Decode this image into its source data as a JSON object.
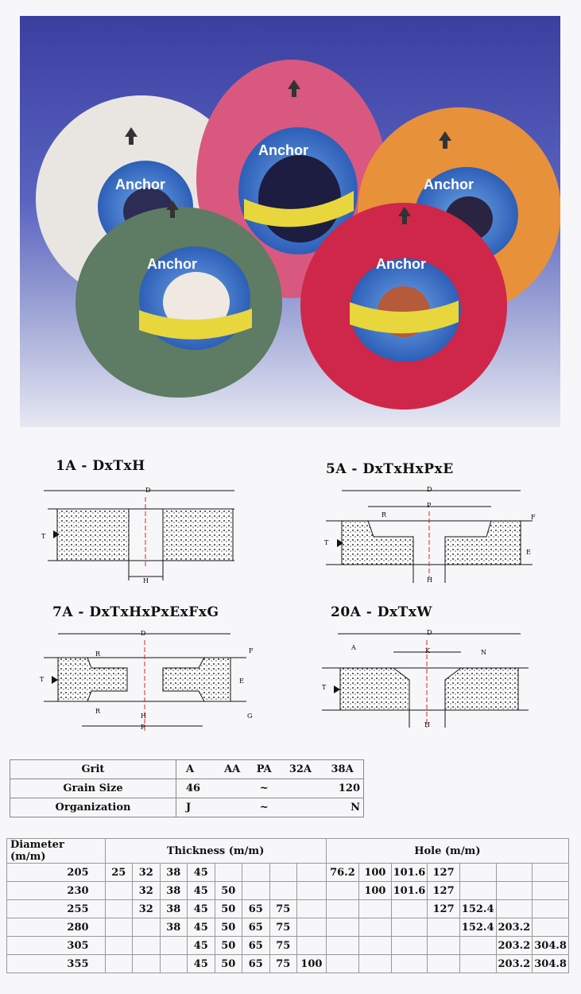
{
  "brand": "Anchor",
  "diagrams": [
    {
      "title": "1A - DxTxH",
      "labels": {
        "d": "D",
        "t": "T",
        "h": "H"
      }
    },
    {
      "title": "5A - DxTxHxPxE",
      "labels": {
        "d": "D",
        "t": "T",
        "h": "H",
        "p": "P",
        "e": "E",
        "f": "F",
        "r": "R"
      }
    },
    {
      "title": "7A - DxTxHxPxExFxG",
      "labels": {
        "d": "D",
        "t": "T",
        "h": "H",
        "p": "P",
        "e": "E",
        "f": "F",
        "g": "G",
        "r": "R"
      }
    },
    {
      "title": "20A - DxTxW",
      "labels": {
        "d": "D",
        "t": "T",
        "h": "H",
        "k": "K",
        "a": "A",
        "n": "N"
      }
    }
  ],
  "grit_table": {
    "rows": [
      {
        "label": "Grit",
        "cells": [
          "A",
          "AA",
          "PA",
          "32A",
          "38A"
        ]
      },
      {
        "label": "Grain Size",
        "cells": [
          "46",
          "",
          "~",
          "",
          "120"
        ]
      },
      {
        "label": "Organization",
        "cells": [
          "J",
          "",
          "~",
          "",
          "N"
        ]
      }
    ]
  },
  "size_table": {
    "headers": {
      "diameter": "Diameter (m/m)",
      "thickness": "Thickness (m/m)",
      "hole": "Hole (m/m)"
    },
    "rows": [
      {
        "diameter": "205",
        "thickness": [
          "25",
          "32",
          "38",
          "45",
          "",
          "",
          "",
          ""
        ],
        "hole": [
          "76.2",
          "100",
          "101.6",
          "127",
          "",
          "",
          ""
        ]
      },
      {
        "diameter": "230",
        "thickness": [
          "",
          "32",
          "38",
          "45",
          "50",
          "",
          "",
          ""
        ],
        "hole": [
          "",
          "100",
          "101.6",
          "127",
          "",
          "",
          ""
        ]
      },
      {
        "diameter": "255",
        "thickness": [
          "",
          "32",
          "38",
          "45",
          "50",
          "65",
          "75",
          ""
        ],
        "hole": [
          "",
          "",
          "",
          "127",
          "152.4",
          "",
          ""
        ]
      },
      {
        "diameter": "280",
        "thickness": [
          "",
          "",
          "38",
          "45",
          "50",
          "65",
          "75",
          ""
        ],
        "hole": [
          "",
          "",
          "",
          "",
          "152.4",
          "203.2",
          ""
        ]
      },
      {
        "diameter": "305",
        "thickness": [
          "",
          "",
          "",
          "45",
          "50",
          "65",
          "75",
          ""
        ],
        "hole": [
          "",
          "",
          "",
          "",
          "",
          "203.2",
          "304.8"
        ]
      },
      {
        "diameter": "355",
        "thickness": [
          "",
          "",
          "",
          "45",
          "50",
          "65",
          "75",
          "100"
        ],
        "hole": [
          "",
          "",
          "",
          "",
          "",
          "203.2",
          "304.8"
        ]
      }
    ]
  }
}
